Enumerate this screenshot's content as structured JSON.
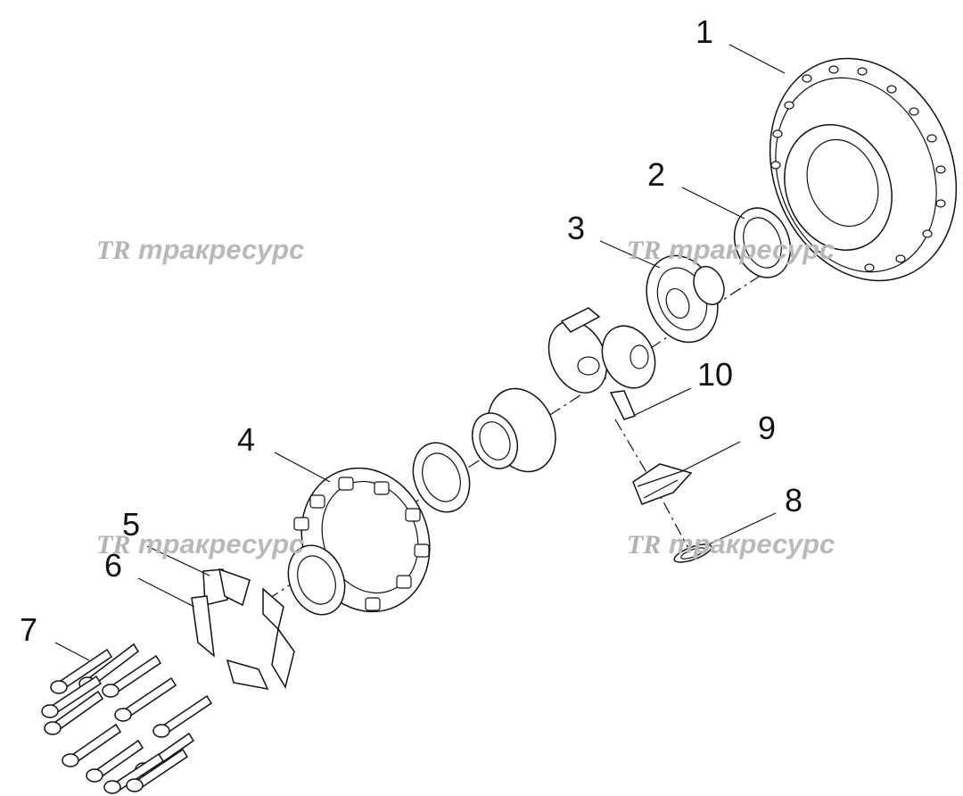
{
  "callouts": [
    {
      "label": "1"
    },
    {
      "label": "2"
    },
    {
      "label": "3"
    },
    {
      "label": "4"
    },
    {
      "label": "5"
    },
    {
      "label": "6"
    },
    {
      "label": "7"
    },
    {
      "label": "8"
    },
    {
      "label": "9"
    },
    {
      "label": "10"
    }
  ],
  "watermark": {
    "logo": "TR",
    "text": "тракресурс",
    "color": "#b9b9b9"
  }
}
